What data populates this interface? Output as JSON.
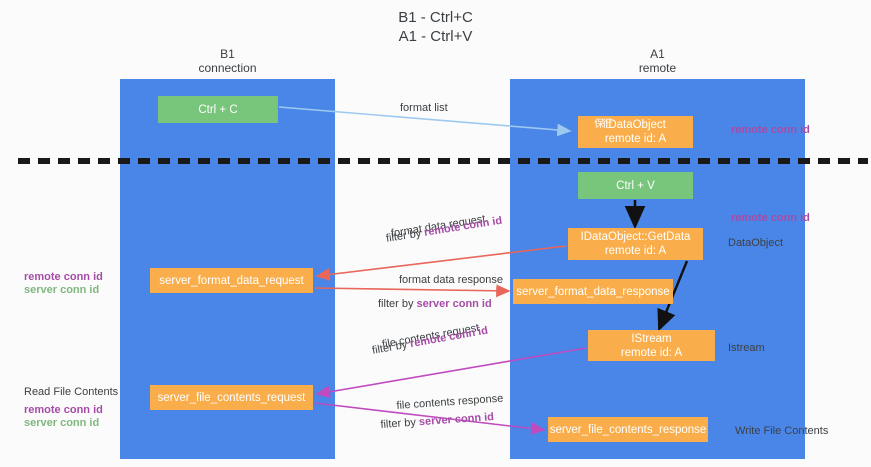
{
  "title": {
    "line1": "B1 - Ctrl+C",
    "line2": "A1 - Ctrl+V"
  },
  "lanes": [
    {
      "id": "b1",
      "name": "B1",
      "role": "connection",
      "color": "#4a86e8"
    },
    {
      "id": "a1",
      "name": "A1",
      "role": "remote",
      "color": "#4a86e8"
    }
  ],
  "colors": {
    "lane": "#4a86e8",
    "green_node": "#78c57c",
    "orange_node": "#f9ae4b",
    "purple_label": "#a64ca6",
    "green_label": "#7fb77f",
    "arrow_blue": "#a8d0f0",
    "arrow_red": "#e8665a",
    "arrow_magenta": "#c04ac0",
    "arrow_black": "#000000",
    "divider": "#1a1a1a"
  },
  "nodes": {
    "ctrl_c": {
      "label": "Ctrl + C",
      "type": "green"
    },
    "idataobject": {
      "label": "IDataObject",
      "sub": "remote id: A",
      "ghost": "保行",
      "type": "orange"
    },
    "ctrl_v": {
      "label": "Ctrl + V",
      "type": "green"
    },
    "getdata": {
      "label": "IDataObject::GetData",
      "sub": "remote id: A",
      "type": "orange"
    },
    "server_format_data_request": {
      "label": "server_format_data_request",
      "type": "orange"
    },
    "server_format_data_response": {
      "label": "server_format_data_response",
      "type": "orange"
    },
    "istream": {
      "label": "IStream",
      "sub": "remote id: A",
      "type": "orange"
    },
    "server_file_contents_request": {
      "label": "server_file_contents_request",
      "type": "orange"
    },
    "server_file_contents_response": {
      "label": "server_file_contents_response",
      "type": "orange"
    }
  },
  "edges": {
    "format_list": "format list",
    "format_data_request": "format data request",
    "format_data_request_filter_prefix": "filter by ",
    "format_data_request_filter_key": "remote conn id",
    "format_data_response": "format data response",
    "format_data_response_filter_prefix": "filter by ",
    "format_data_response_filter_key": "server conn id",
    "file_contents_request": "file contents request",
    "file_contents_request_filter_prefix": "filter by ",
    "file_contents_request_filter_key": "remote conn id",
    "file_contents_response": "file contents response",
    "file_contents_response_filter_prefix": "filter by ",
    "file_contents_response_filter_key": "server conn id"
  },
  "annotations": {
    "remote_conn_id_top": "remote conn id",
    "remote_conn_id_mid": "remote conn id",
    "dataobject": "DataObject",
    "istream": "Istream",
    "write_file_contents": "Write File Contents",
    "read_file_contents": "Read File Contents",
    "left_remote_conn_id_mid": "remote conn id",
    "left_server_conn_id_mid": "server conn id",
    "left_remote_conn_id_bottom": "remote conn id",
    "left_server_conn_id_bottom": "server conn id"
  }
}
